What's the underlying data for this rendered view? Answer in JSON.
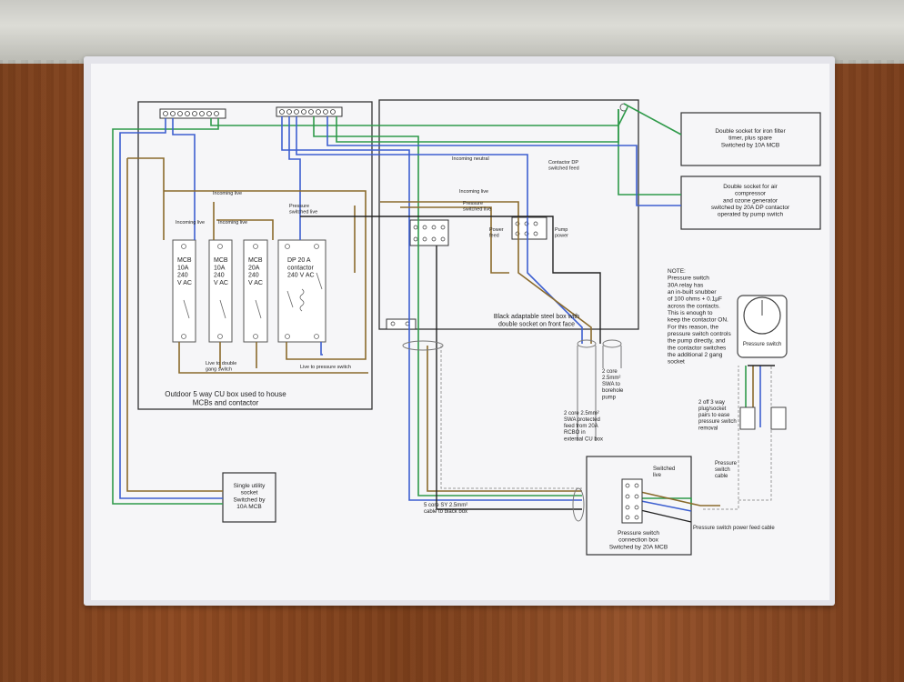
{
  "cu_box": {
    "caption_lines": [
      "Outdoor 5 way CU box used to house",
      "MCBs and contactor"
    ],
    "incoming_live_top": "Incoming live",
    "incoming_live_1": "Incoming live",
    "incoming_live_2": "Incoming live",
    "pressure_switched_live_lines": [
      "Pressure",
      "switched live"
    ],
    "live_to_double_gang_lines": [
      "Live to double",
      "gang switch"
    ],
    "live_to_pressure_switch": "Live to pressure switch",
    "mcb1_lines": [
      "MCB",
      "10A",
      "240",
      "V AC"
    ],
    "mcb2_lines": [
      "MCB",
      "10A",
      "240",
      "V AC"
    ],
    "mcb3_lines": [
      "MCB",
      "20A",
      "240",
      "V AC"
    ],
    "contactor_lines": [
      "DP 20 A",
      "contactor",
      "240 V AC"
    ]
  },
  "steel_box": {
    "caption_lines": [
      "Black adaptable steel box with",
      "double socket on front face"
    ],
    "incoming_neutral": "Incoming neutral",
    "incoming_live": "Incoming live",
    "pressure_switched_live_lines": [
      "Pressure",
      "switched live"
    ],
    "contactor_dp_lines": [
      "Contactor DP",
      "switched feed"
    ],
    "power_feed_lines": [
      "Power",
      "feed"
    ],
    "pump_power_lines": [
      "Pump",
      "power"
    ]
  },
  "socket_iron_filter_lines": [
    "Double socket for iron filter",
    "timer, plus spare",
    "Switched by 10A MCB"
  ],
  "socket_air_lines": [
    "Double socket for air",
    "compressor",
    "and ozone generator",
    "switched by 20A DP contactor",
    "operated by pump switch"
  ],
  "note_lines": [
    "NOTE:",
    "Pressure switch",
    "30A relay has",
    "an in-built snubber",
    "of 100 ohms + 0.1µF",
    "across the contacts.",
    "This is enough to",
    "keep the contactor ON.",
    "For this reason, the",
    "pressure switch controls",
    "the pump directly, and",
    "the contactor switches",
    "the additional 2 gang",
    "socket"
  ],
  "pressure_switch_label": "Pressure switch",
  "plug_socket_lines": [
    "2 off 3 way",
    "plug/socket",
    "pairs to ease",
    "pressure switch",
    "removal"
  ],
  "pressure_switch_cable_lines": [
    "Pressure",
    "switch",
    "cable"
  ],
  "borehole_cable_lines": [
    "2 core",
    "2.5mm²",
    "SWA to",
    "borehole",
    "pump"
  ],
  "rcbo_cable_lines": [
    "2 core 2.5mm²",
    "SWA protected",
    "feed from 20A",
    "RCBO in",
    "external CU box"
  ],
  "five_core_lines": [
    "5 core SY 2.5mm²",
    "cable to black box"
  ],
  "single_socket_lines": [
    "Single utility",
    "socket",
    "Switched by",
    "10A MCB"
  ],
  "connection_box_lines": [
    "Pressure switch",
    "connection box",
    "Switched by 20A MCB"
  ],
  "switched_live_lines": [
    "Switched",
    "live"
  ],
  "power_feed_cable": "Pressure switch power feed cable",
  "colors": {
    "brown": "#8a6a2c",
    "blue": "#3d5fd0",
    "green": "#2f9a4a",
    "black": "#222222",
    "grey": "#9a9a9a"
  }
}
